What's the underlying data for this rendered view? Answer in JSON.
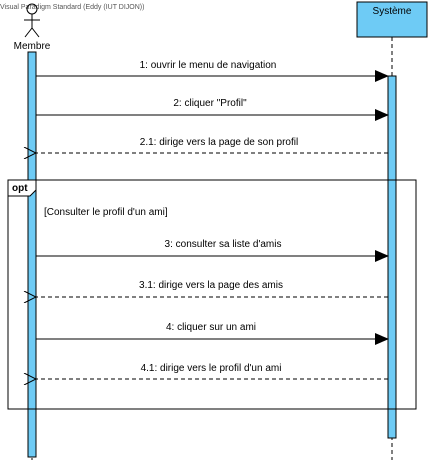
{
  "watermark": "Visual Paradigm Standard (Eddy (IUT DIJON))",
  "actor": {
    "name": "Membre"
  },
  "system": {
    "name": "Système"
  },
  "fragment": {
    "operator": "opt",
    "guard": "[Consulter le profil d'un ami]"
  },
  "messages": [
    {
      "text": "1: ouvrir le menu de navigation",
      "kind": "call"
    },
    {
      "text": "2: cliquer \"Profil\"",
      "kind": "call"
    },
    {
      "text": "2.1: dirige vers la page de son profil",
      "kind": "return"
    },
    {
      "text": "3: consulter sa liste d'amis",
      "kind": "call"
    },
    {
      "text": "3.1: dirige vers la page des amis",
      "kind": "return"
    },
    {
      "text": "4: cliquer sur un ami",
      "kind": "call"
    },
    {
      "text": "4.1: dirige vers le profil d'un ami",
      "kind": "return"
    }
  ],
  "colors": {
    "activation": "#6ecbf5",
    "system_box": "#6ecbf5",
    "line": "#000000"
  }
}
